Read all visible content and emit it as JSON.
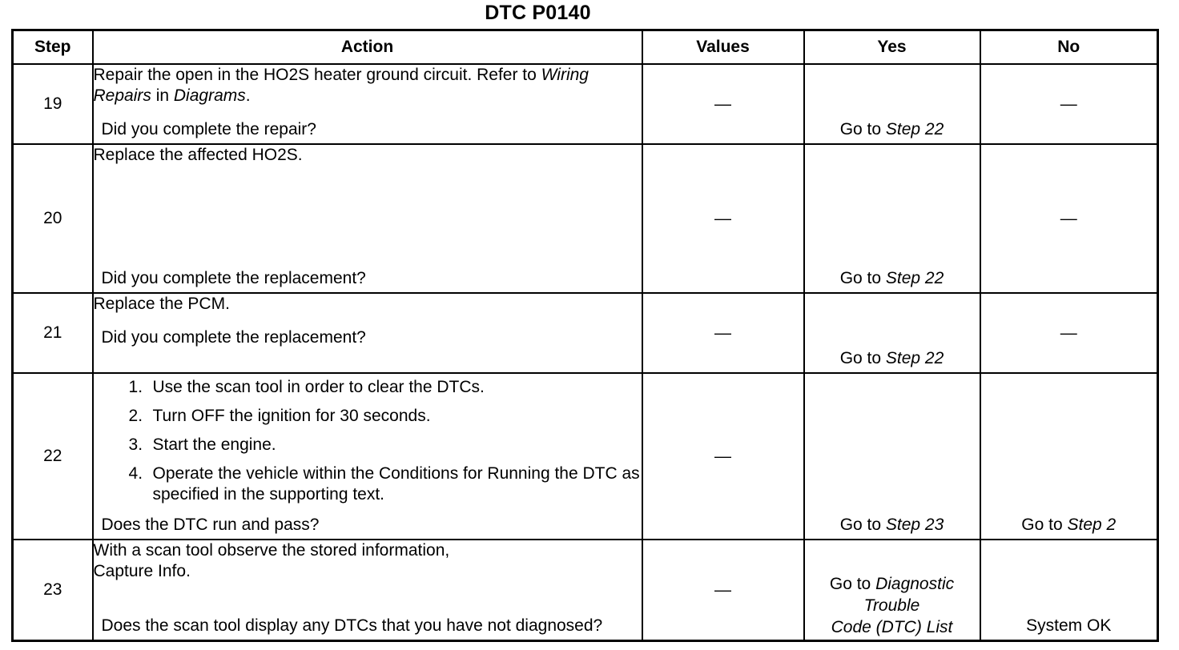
{
  "document": {
    "title": "DTC P0140"
  },
  "table": {
    "columns": [
      "Step",
      "Action",
      "Values",
      "Yes",
      "No"
    ],
    "dash": "—",
    "rows": [
      {
        "step": "19",
        "action": {
          "lines": [
            {
              "pre": "Repair the open in the HO2S heater ground circuit. Refer to ",
              "italic": "Wiring Repairs",
              "mid": " in ",
              "italic2": "Diagrams",
              "post": "."
            }
          ],
          "question": "Did you complete the repair?"
        },
        "values": "—",
        "yes": {
          "pre": "Go to ",
          "italic": "Step 22"
        },
        "no": "—"
      },
      {
        "step": "20",
        "action": {
          "lines": [
            {
              "pre": "Replace the affected HO2S."
            }
          ],
          "question": "Did you complete the replacement?"
        },
        "values": "—",
        "yes": {
          "pre": "Go to ",
          "italic": "Step 22"
        },
        "no": "—"
      },
      {
        "step": "21",
        "action": {
          "lines": [
            {
              "pre": "Replace the PCM."
            }
          ],
          "question": "Did you complete the replacement?"
        },
        "values": "—",
        "yes": {
          "pre": "Go to ",
          "italic": "Step 22"
        },
        "no": "—"
      },
      {
        "step": "22",
        "action": {
          "list": [
            "Use the scan tool in order to clear the DTCs.",
            "Turn OFF the ignition for 30 seconds.",
            "Start the engine.",
            "Operate the vehicle within the Conditions for Running the DTC as specified in the supporting text."
          ],
          "question": "Does the DTC run and pass?"
        },
        "values": "—",
        "yes": {
          "pre": "Go to ",
          "italic": "Step 23"
        },
        "no": {
          "pre": "Go to ",
          "italic": "Step 2"
        }
      },
      {
        "step": "23",
        "action": {
          "lines": [
            {
              "pre": "With a scan tool observe the stored information,"
            },
            {
              "pre": "Capture Info."
            }
          ],
          "question": "Does the scan tool display any DTCs that you have not diagnosed?"
        },
        "values": "—",
        "yes": {
          "pre": "Go to ",
          "italic_lines": [
            "Diagnostic",
            "Trouble",
            "Code (DTC) List"
          ]
        },
        "no": "System OK"
      }
    ]
  }
}
